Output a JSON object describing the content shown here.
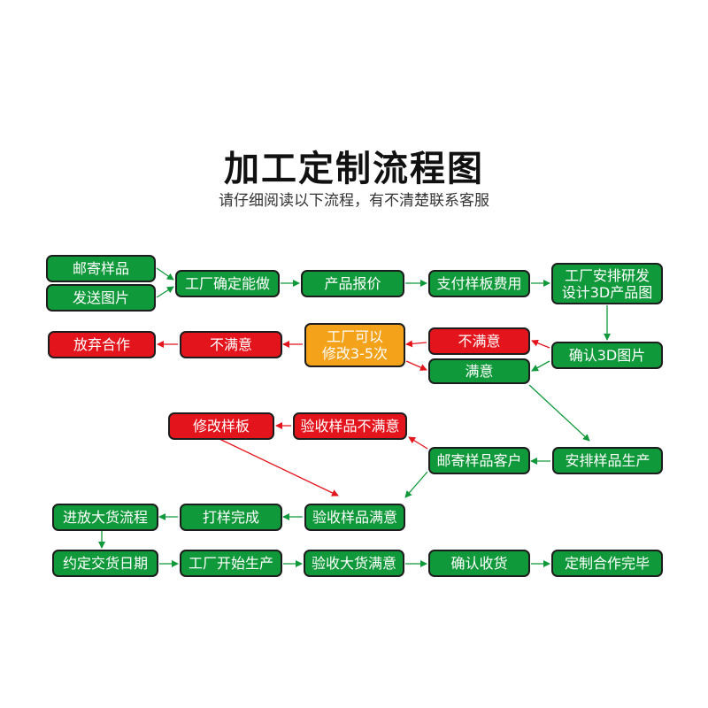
{
  "title": "加工定制流程图",
  "subtitle": "请仔细阅读以下流程，有不清楚联系客服",
  "colors": {
    "green": "#10993a",
    "red": "#e4141c",
    "orange": "#f5a21b",
    "arrow_green": "#10993a",
    "arrow_red": "#e4141c"
  },
  "nodes": {
    "mail_sample": "邮寄样品",
    "send_images": "发送图片",
    "factory_confirm": "工厂确定能做",
    "product_quote": "产品报价",
    "pay_sample_fee": "支付样板费用",
    "factory_design": "工厂安排研发\n设计3D产品图",
    "confirm_3d": "确认3D图片",
    "not_satisfied_1": "不满意",
    "satisfied": "满意",
    "factory_revise": "工厂可以\n修改3-5次",
    "not_satisfied_2": "不满意",
    "give_up": "放弃合作",
    "arrange_sample_production": "安排样品生产",
    "mail_sample_customer": "邮寄样品客户",
    "inspect_not_satisfied": "验收样品不满意",
    "revise_sample": "修改样板",
    "inspect_satisfied": "验收样品满意",
    "sampling_done": "打样完成",
    "bulk_process": "进放大货流程",
    "agree_delivery_date": "约定交货日期",
    "factory_start_production": "工厂开始生产",
    "inspect_bulk_satisfied": "验收大货满意",
    "confirm_receipt": "确认收货",
    "custom_complete": "定制合作完毕"
  }
}
